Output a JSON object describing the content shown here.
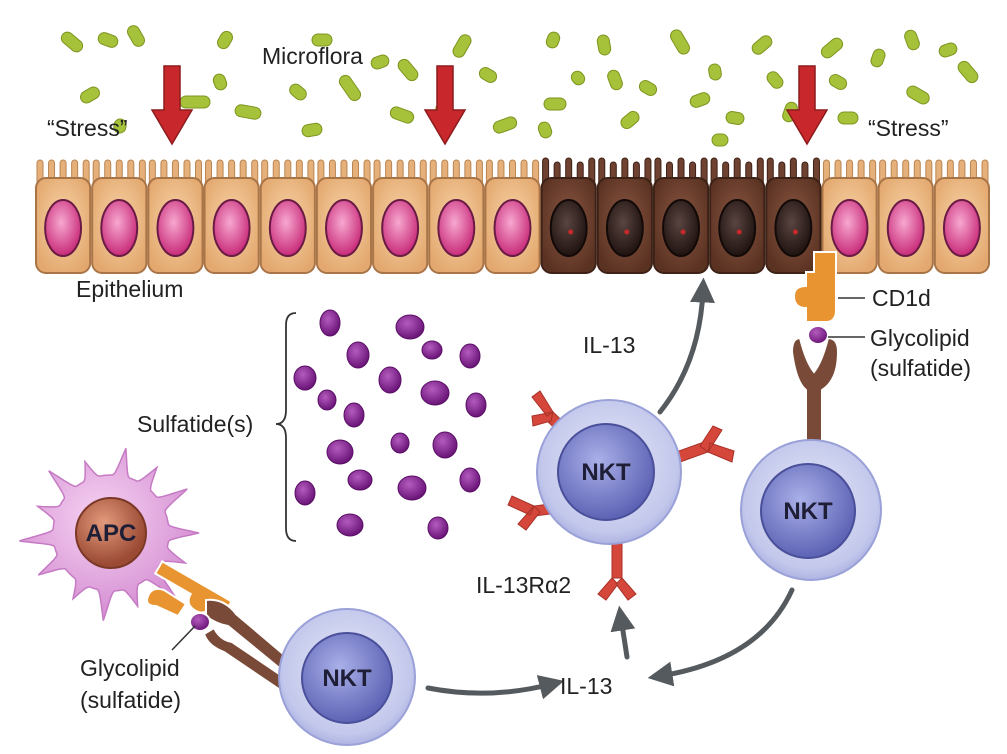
{
  "labels": {
    "microflora": "Microflora",
    "stress_left": "“Stress”",
    "stress_right": "“Stress”",
    "epithelium": "Epithelium",
    "cd1d": "CD1d",
    "glycolipid_right": "Glycolipid",
    "sulfatide_right": "(sulfatide)",
    "sulfatides": "Sulfatide(s)",
    "il13_top": "IL-13",
    "il13_bottom": "IL-13",
    "il13ra2": "IL-13Rα2",
    "glycolipid_left": "Glycolipid",
    "sulfatide_left": "(sulfatide)"
  },
  "cells": {
    "apc": "APC",
    "nkt_center": "NKT",
    "nkt_right": "NKT",
    "nkt_bottom": "NKT"
  },
  "colors": {
    "bacteria": "#a6c23a",
    "stress_arrow": "#c8282b",
    "healthy_cell": "#f1c08a",
    "healthy_nucleus": "#e0418a",
    "damaged_cell": "#6e4130",
    "damaged_nucleus": "#2e1c17",
    "sulfatide": "#7a1f86",
    "nkt_cell": "#7e83cc",
    "apc_cell": "#d88ad6",
    "apc_nucleus": "#b0644a",
    "receptor": "#d5463b",
    "cd1d": "#e89430",
    "tcr": "#7a4a38",
    "flow_arrow": "#555a5e"
  },
  "icons": {
    "stress": "down-arrow-icon",
    "flow": "curved-arrow-icon",
    "receptor": "y-receptor-icon"
  }
}
